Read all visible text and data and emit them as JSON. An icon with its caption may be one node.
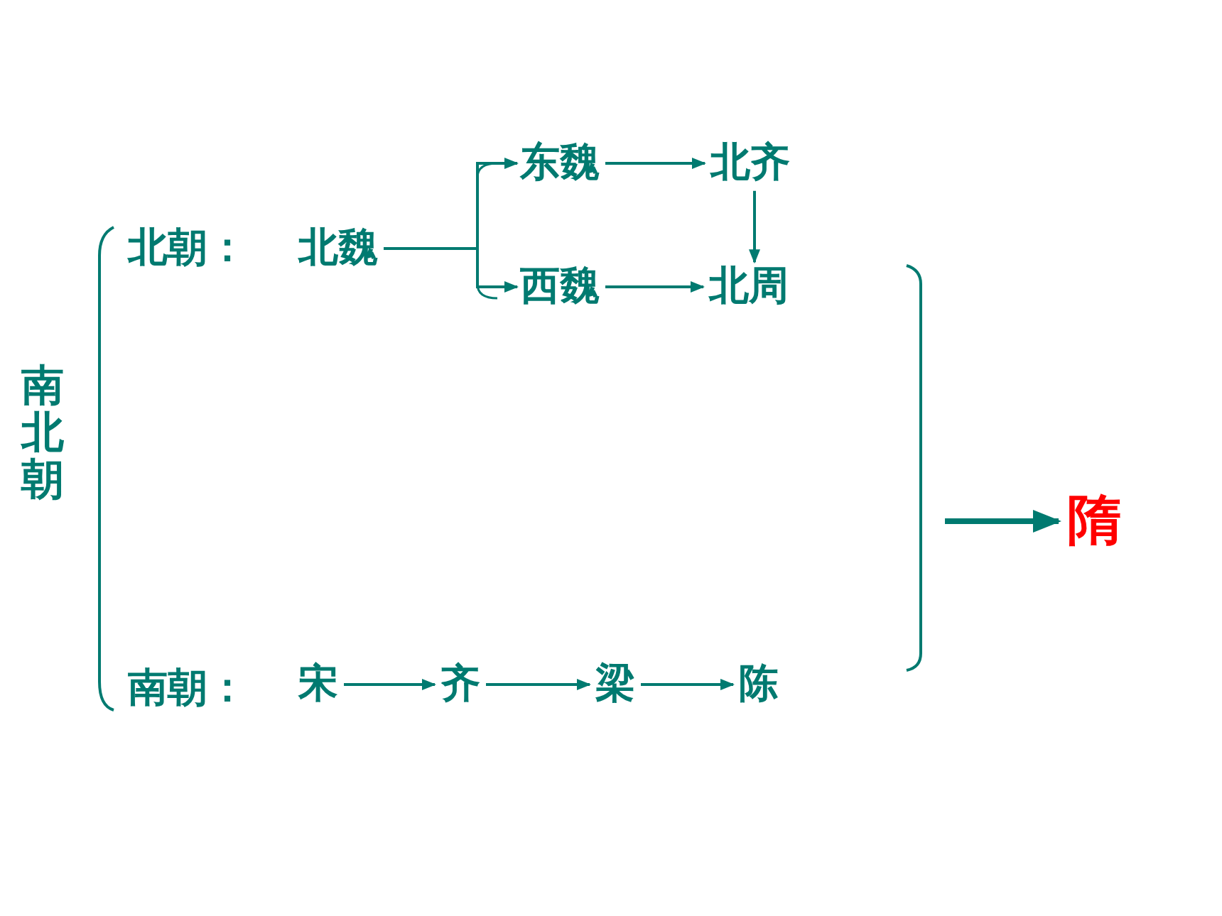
{
  "diagram": {
    "nodes": [
      {
        "text": [
          "南北朝"
        ]
      },
      {
        "text": [
          "北朝："
        ]
      },
      {
        "text": [
          "北魏"
        ]
      },
      {
        "text": [
          "东魏"
        ]
      },
      {
        "text": [
          "北齐"
        ]
      },
      {
        "text": [
          "西魏"
        ]
      },
      {
        "text": [
          "北周"
        ]
      },
      {
        "text": [
          "南朝："
        ]
      },
      {
        "text": [
          "宋"
        ]
      },
      {
        "text": [
          "齐"
        ]
      },
      {
        "text": [
          "梁"
        ]
      },
      {
        "text": [
          "陈"
        ]
      },
      {
        "text": [
          "隋"
        ]
      }
    ],
    "edges": [
      {
        "from": 2,
        "to": 3,
        "arrow": "to"
      },
      {
        "from": 2,
        "to": 5,
        "arrow": "to"
      },
      {
        "from": 3,
        "to": 4,
        "arrow": "to"
      },
      {
        "from": 4,
        "to": 6,
        "arrow": "to"
      },
      {
        "from": 5,
        "to": 6,
        "arrow": "to"
      },
      {
        "from": 8,
        "to": 9,
        "arrow": "to"
      },
      {
        "from": 9,
        "to": 10,
        "arrow": "to"
      },
      {
        "from": 10,
        "to": 11,
        "arrow": "to"
      },
      {
        "from": null,
        "to": 12,
        "arrow": "to",
        "style": "thick"
      }
    ]
  }
}
